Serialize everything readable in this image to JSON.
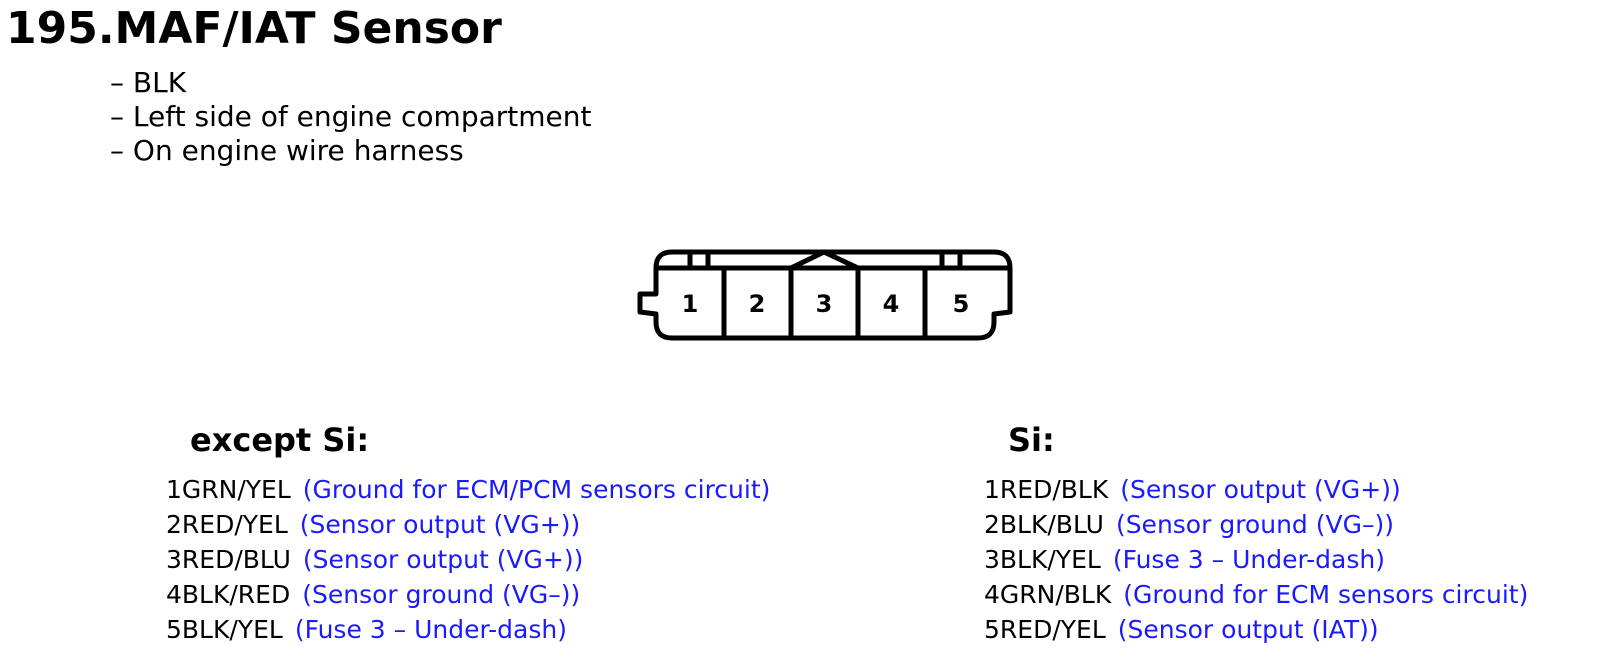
{
  "title": "195.MAF/IAT Sensor",
  "notes": [
    "– BLK",
    "– Left side of engine compartment",
    "– On engine wire harness"
  ],
  "connector": {
    "pins": [
      "1",
      "2",
      "3",
      "4",
      "5"
    ]
  },
  "except_si": {
    "heading": "except Si:",
    "pins": [
      {
        "num": "1",
        "color": "GRN/YEL",
        "desc": "(Ground for ECM/PCM sensors circuit)"
      },
      {
        "num": "2",
        "color": "RED/YEL",
        "desc": "(Sensor output (VG+))"
      },
      {
        "num": "3",
        "color": "RED/BLU",
        "desc": "(Sensor output (VG+))"
      },
      {
        "num": "4",
        "color": "BLK/RED",
        "desc": "(Sensor ground (VG–))"
      },
      {
        "num": "5",
        "color": "BLK/YEL",
        "desc": "(Fuse 3 – Under-dash)"
      }
    ]
  },
  "si": {
    "heading": "Si:",
    "pins": [
      {
        "num": "1",
        "color": "RED/BLK",
        "desc": "(Sensor output (VG+))"
      },
      {
        "num": "2",
        "color": "BLK/BLU",
        "desc": "(Sensor ground (VG–))"
      },
      {
        "num": "3",
        "color": "BLK/YEL",
        "desc": "(Fuse 3 – Under-dash)"
      },
      {
        "num": "4",
        "color": "GRN/BLK",
        "desc": "(Ground for ECM sensors circuit)"
      },
      {
        "num": "5",
        "color": "RED/YEL",
        "desc": "(Sensor output (IAT))"
      }
    ]
  },
  "colors": {
    "text": "#000000",
    "description": "#1a1aff"
  }
}
